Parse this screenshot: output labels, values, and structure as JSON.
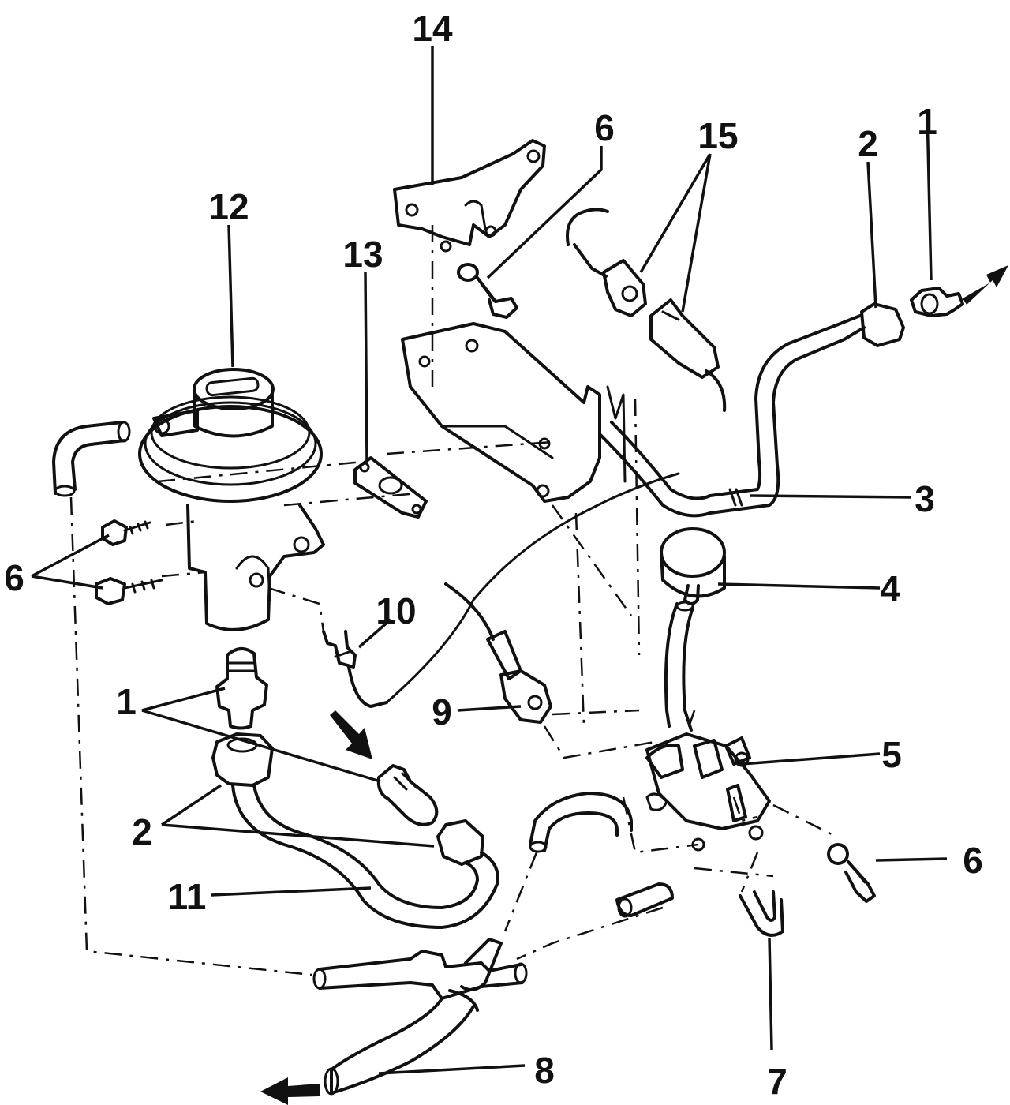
{
  "callouts": {
    "c1_top": "1",
    "c1_left": "1",
    "c2_top": "2",
    "c2_left": "2",
    "c3": "3",
    "c4": "4",
    "c5": "5",
    "c6_bracket": "6",
    "c6_left": "6",
    "c6_right": "6",
    "c7": "7",
    "c8": "8",
    "c9": "9",
    "c10": "10",
    "c11": "11",
    "c12": "12",
    "c13": "13",
    "c14": "14",
    "c15": "15"
  },
  "icons": {
    "flow_out_top": "arrow-right-up-icon",
    "flow_in_middle": "arrow-down-right-icon",
    "flow_out_bottom": "arrow-left-icon"
  }
}
